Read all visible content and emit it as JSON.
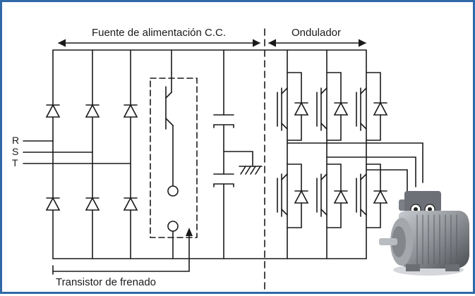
{
  "labels": {
    "dc_supply": "Fuente de alimentación C.C.",
    "inverter": "Ondulador",
    "brake_transistor": "Transistor de frenado",
    "phase_r": "R",
    "phase_s": "S",
    "phase_t": "T"
  },
  "colors": {
    "frame_border": "#2f69a8",
    "line": "#1a1a1a",
    "motor_body": "#8c9096"
  }
}
